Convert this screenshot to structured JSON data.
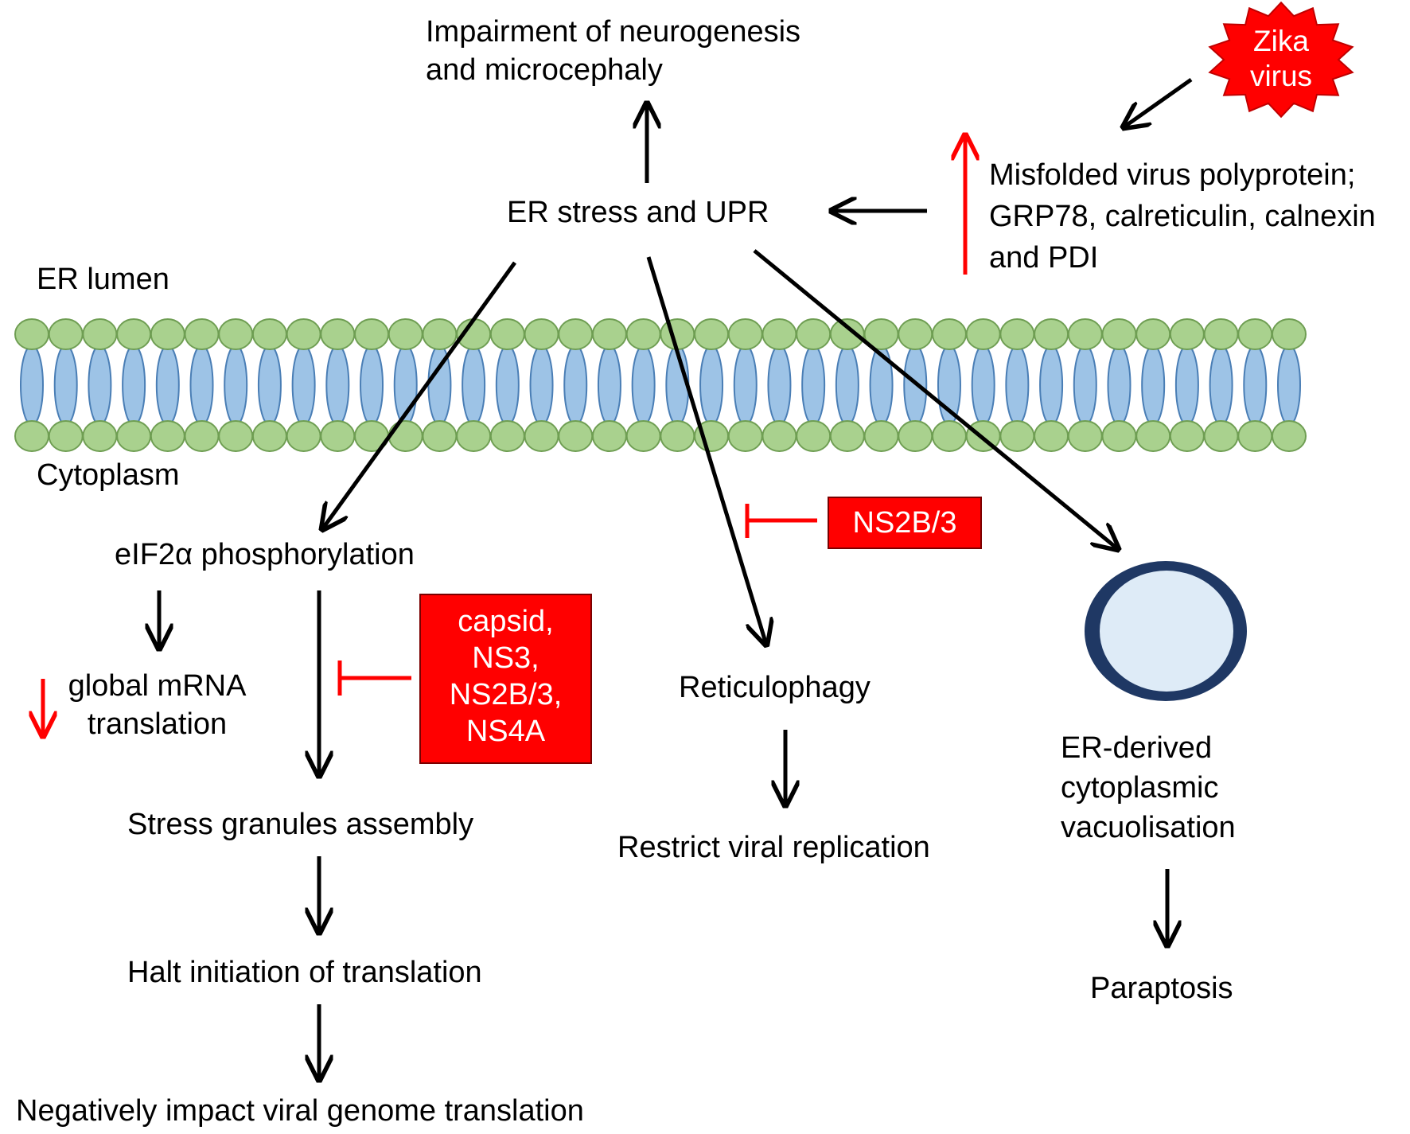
{
  "compartments": {
    "lumen": "ER lumen",
    "cytoplasm": "Cytoplasm"
  },
  "virus": {
    "line1": "Zika",
    "line2": "virus"
  },
  "nodes": {
    "impairment": [
      "Impairment of neurogenesis",
      "and microcephaly"
    ],
    "er_stress": "ER stress and UPR",
    "misfolded": [
      "Misfolded virus polyprotein;",
      "GRP78, calreticulin, calnexin",
      "and PDI"
    ],
    "eif2a": "eIF2α phosphorylation",
    "global_mrna": [
      "global mRNA",
      "translation"
    ],
    "stress_granules": "Stress granules assembly",
    "halt": "Halt initiation of translation",
    "negatively": "Negatively impact viral genome translation",
    "reticulophagy": "Reticulophagy",
    "restrict": "Restrict viral replication",
    "er_derived": [
      "ER-derived",
      "cytoplasmic",
      "vacuolisation"
    ],
    "paraptosis": "Paraptosis"
  },
  "inhibitors": {
    "ns2b3_box": "NS2B/3",
    "viral_proteins": [
      "capsid,",
      "NS3,",
      "NS2B/3,",
      "NS4A"
    ]
  },
  "colors": {
    "arrow": "#000000",
    "inhibit": "#ff0000",
    "virus_fill": "#ff0000",
    "lipid_head": "#a9d18e",
    "lipid_head_stroke": "#6f9e53",
    "lipid_tail": "#9dc3e6",
    "lipid_tail_stroke": "#4a7eb5",
    "vacuole_outer": "#1f3864",
    "vacuole_inner": "#deebf7"
  }
}
